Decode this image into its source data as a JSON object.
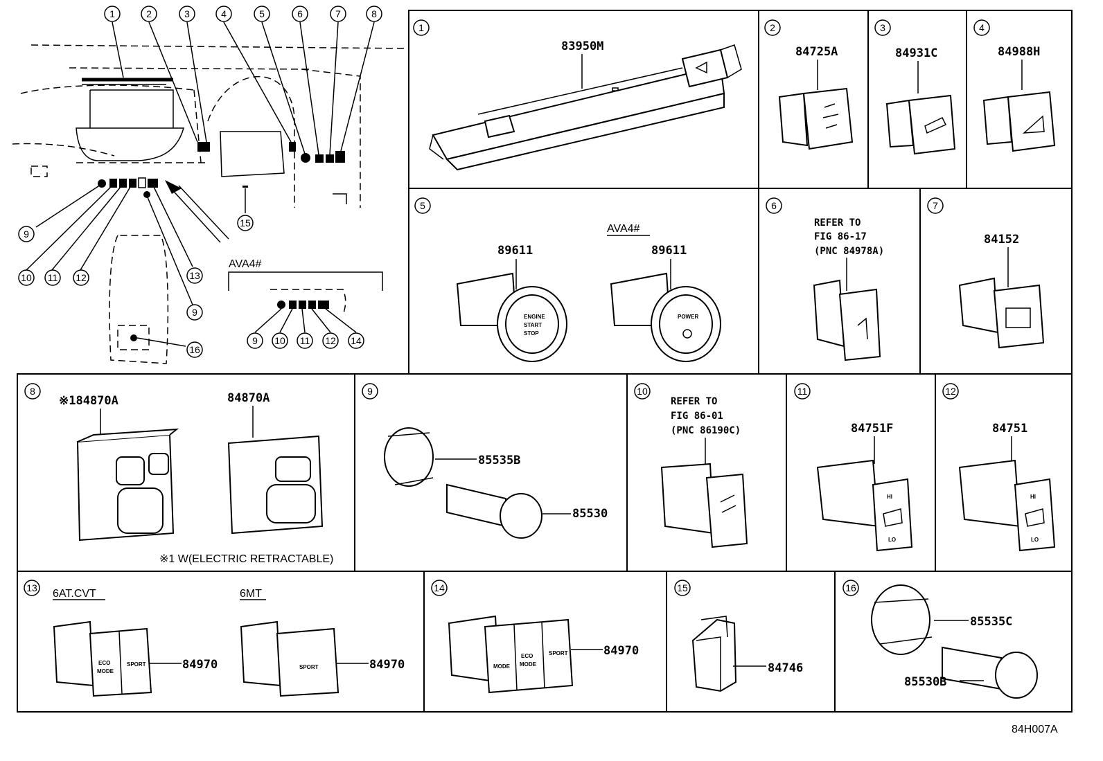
{
  "overview": {
    "callouts_top": [
      "1",
      "2",
      "3",
      "4",
      "5",
      "6",
      "7",
      "8"
    ],
    "callouts_left": [
      "9",
      "10",
      "11",
      "12",
      "13",
      "9",
      "16"
    ],
    "callout_15": "15",
    "variant_label": "AVA4#",
    "variant_callouts": [
      "9",
      "10",
      "11",
      "12",
      "14"
    ]
  },
  "cells": [
    {
      "num": "1",
      "part": "83950M"
    },
    {
      "num": "2",
      "part": "84725A"
    },
    {
      "num": "3",
      "part": "84931C"
    },
    {
      "num": "4",
      "part": "84988H"
    },
    {
      "num": "5",
      "part_a": "89611",
      "variant": "AVA4#",
      "part_b": "89611",
      "button_a": [
        "ENGINE",
        "START",
        "STOP"
      ],
      "button_b": "POWER"
    },
    {
      "num": "6",
      "ref": [
        "REFER TO",
        "FIG 86-17",
        "(PNC 84978A)"
      ]
    },
    {
      "num": "7",
      "part": "84152"
    },
    {
      "num": "8",
      "part_a": "※184870A",
      "part_b": "84870A",
      "note": "※1 W(ELECTRIC RETRACTABLE)"
    },
    {
      "num": "9",
      "part_a": "85535B",
      "part_b": "85530"
    },
    {
      "num": "10",
      "ref": [
        "REFER TO",
        "FIG 86-01",
        "(PNC 86190C)"
      ]
    },
    {
      "num": "11",
      "part": "84751F"
    },
    {
      "num": "12",
      "part": "84751"
    },
    {
      "num": "13",
      "label_a": "6AT.CVT",
      "label_b": "6MT",
      "part_a": "84970",
      "part_b": "84970"
    },
    {
      "num": "14",
      "part": "84970"
    },
    {
      "num": "15",
      "part": "84746"
    },
    {
      "num": "16",
      "part_a": "85535C",
      "part_b": "85530B"
    }
  ],
  "button_text": {
    "eco": "ECO",
    "mode": "MODE",
    "sport": "SPORT",
    "hi": "HI",
    "lo": "LO"
  },
  "footer_code": "84H007A"
}
